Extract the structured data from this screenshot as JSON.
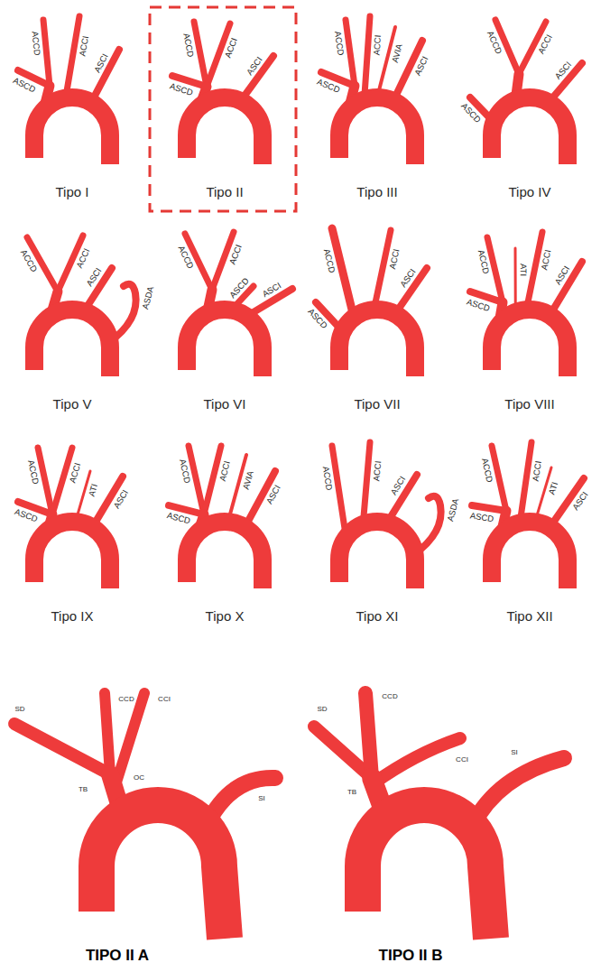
{
  "diagram": {
    "labels": [
      "ACCD",
      "ACCI",
      "ASCD",
      "ASCI",
      "Tipo I",
      "ACCD",
      "ACCI",
      "ASCD",
      "ASCI",
      "Tipo II",
      "ACCD",
      "ACCI",
      "AVIA",
      "ASCD",
      "ASCI",
      "Tipo III",
      "ACCD",
      "ACCI",
      "ASCD",
      "ASCI",
      "Tipo IV",
      "ACCD",
      "ACCI",
      "ASCI",
      "ASDA",
      "Tipo V",
      "ACCD",
      "ACCI",
      "ASCD",
      "ASCI",
      "Tipo VI",
      "ACCD",
      "ACCI",
      "ASCD",
      "ASCI",
      "Tipo VII",
      "ACCD",
      "ATI",
      "ACCI",
      "ASCD",
      "ASCI",
      "Tipo VIII",
      "ACCD",
      "ACCI",
      "ASCD",
      "ATI",
      "ASCI",
      "Tipo IX",
      "ACCD",
      "ACCI",
      "AVIA",
      "ASCD",
      "ASCI",
      "Tipo X",
      "ACCD",
      "ACCI",
      "ASCI",
      "ASDA",
      "Tipo XI",
      "ACCD",
      "ACCI",
      "ATI",
      "ASCD",
      "ASCI",
      "Tipo XII",
      "SD",
      "CCD",
      "CCI",
      "TB",
      "OC",
      "SI",
      "TIPO II A",
      "SD",
      "CCD",
      "CCI",
      "TB",
      "SI",
      "TIPO II B"
    ]
  }
}
